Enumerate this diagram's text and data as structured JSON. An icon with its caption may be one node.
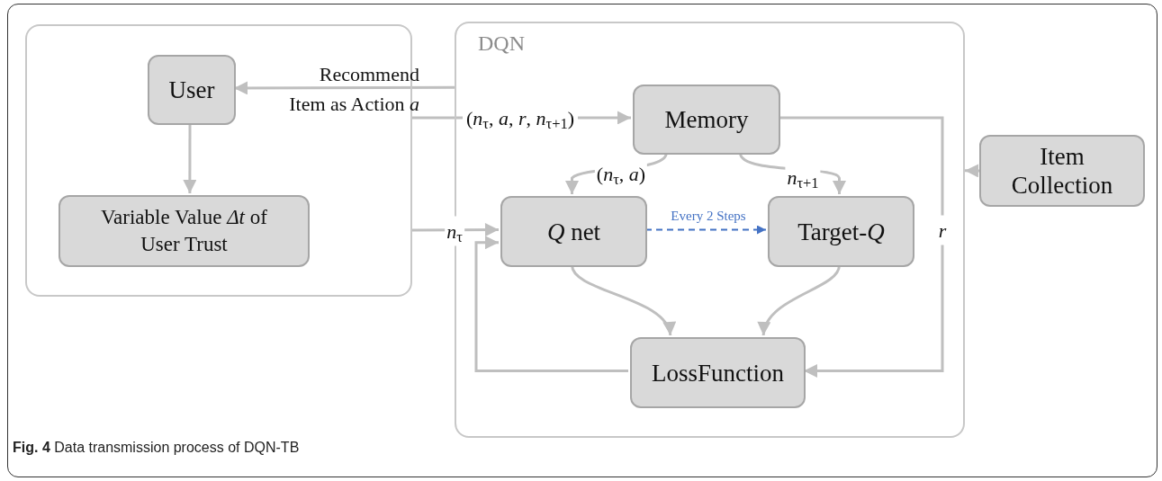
{
  "diagram": {
    "caption": "**Fig. 4** Data transmission process of DQN-TB",
    "nodes": [
      {
        "text": [],
        "shape": "box"
      },
      {
        "text": [
          "DQN"
        ]
      },
      {
        "text": [
          "User"
        ],
        "in": 0
      },
      {
        "text": [
          "Variable Value *Δt* of User Trust"
        ],
        "in": 0
      },
      {
        "text": [
          "Memory"
        ],
        "in": 1
      },
      {
        "text": [
          "*Q* net"
        ],
        "in": 1
      },
      {
        "text": [
          "Target-*Q*"
        ],
        "in": 1
      },
      {
        "text": [
          "LossFunction"
        ],
        "in": 1
      },
      {
        "text": [
          "Item Collection"
        ]
      }
    ],
    "edges": [
      {
        "from": 1,
        "to": 2,
        "arrow": "to",
        "label": "Recommend Item as Action *a*"
      },
      {
        "from": 0,
        "to": 4,
        "arrow": "to",
        "label": "(*n*$_{τ}$, *a*, *r*, *n*$_{τ+1}$)"
      },
      {
        "from": 2,
        "to": 3,
        "arrow": "to"
      },
      {
        "from": 0,
        "to": 5,
        "arrow": "to",
        "label": "*n*$_{τ}$"
      },
      {
        "from": 4,
        "to": 5,
        "arrow": "to",
        "label": "(*n*$_{τ}$, *a*)"
      },
      {
        "from": 4,
        "to": 6,
        "arrow": "to",
        "label": "*n*$_{τ+1}$"
      },
      {
        "from": 5,
        "to": 6,
        "arrow": "to",
        "label": "Every 2 Steps",
        "style": "dashed",
        "color": "#4472c4"
      },
      {
        "from": 5,
        "to": 7,
        "arrow": "to"
      },
      {
        "from": 6,
        "to": 7,
        "arrow": "to"
      },
      {
        "from": 4,
        "to": 7,
        "arrow": "to",
        "label": "*r*"
      },
      {
        "from": 7,
        "to": 5,
        "arrow": "to"
      },
      {
        "from": 8,
        "to": 1,
        "arrow": "to"
      }
    ]
  }
}
